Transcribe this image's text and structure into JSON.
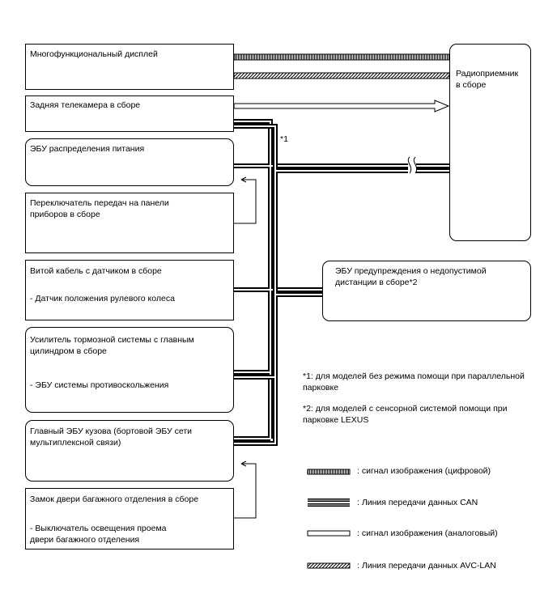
{
  "components": {
    "multi_display": "Многофункциональный дисплей",
    "radio": "Радиоприемник\nв сборе",
    "rear_camera": "Задняя телекамера в сборе",
    "power_ecu": "ЭБУ распределения питания",
    "shift_switch": "Переключатель передач на панели\nприборов в сборе",
    "spiral_cable": "Витой кабель с датчиком в сборе",
    "spiral_cable_sub": "- Датчик положения рулевого колеса",
    "distance_ecu": "ЭБУ предупреждения о недопустимой\nдистанции в сборе*2",
    "brake_booster": "Усилитель тормозной системы с главным\nцилиндром в сборе",
    "brake_booster_sub": "- ЭБУ системы противоскольжения",
    "main_body_ecu": "Главный ЭБУ кузова (бортовой ЭБУ сети\nмультиплексной связи)",
    "trunk_lock": "Замок двери багажного отделения в сборе",
    "trunk_lock_sub": "- Выключатель освещения проема\nдвери багажного отделения"
  },
  "callout_1": "*1",
  "notes": [
    "*1: для моделей без режима помощи при параллельной\nпарковке",
    "*2: для моделей с сенсорной системой помощи при\nпарковке LEXUS"
  ],
  "legend": [
    {
      "icon": "digital-image-line",
      "label": ": сигнал изображения (цифровой)"
    },
    {
      "icon": "can-line",
      "label": ": Линия передачи данных CAN"
    },
    {
      "icon": "analog-image-line",
      "label": ": сигнал изображения (аналоговый)"
    },
    {
      "icon": "avc-lan-line",
      "label": ": Линия передачи данных AVC-LAN"
    }
  ]
}
